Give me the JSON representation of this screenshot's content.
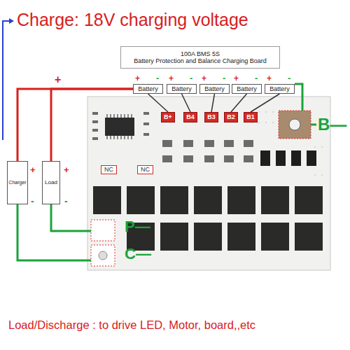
{
  "diagram": {
    "title": "Charge: 18V charging voltage",
    "caption": "Load/Discharge : to drive LED, Motor, board,,etc",
    "nodes": [
      {
        "text": [
          "100A BMS 5S",
          "Battery Protection and Balance Charging Board"
        ]
      },
      {
        "text": [
          "Battery"
        ]
      },
      {
        "text": [
          "Battery"
        ]
      },
      {
        "text": [
          "Battery"
        ]
      },
      {
        "text": [
          "Battery"
        ]
      },
      {
        "text": [
          "Battery"
        ]
      },
      {
        "text": [
          "B+"
        ]
      },
      {
        "text": [
          "B4"
        ]
      },
      {
        "text": [
          "B3"
        ]
      },
      {
        "text": [
          "B2"
        ]
      },
      {
        "text": [
          "B1"
        ]
      },
      {
        "text": [
          "Charger"
        ]
      },
      {
        "text": [
          "Load"
        ]
      }
    ],
    "edges": [
      {
        "from": 1,
        "to": 6,
        "arrow": "none"
      },
      {
        "from": 2,
        "to": 7,
        "arrow": "none"
      },
      {
        "from": 3,
        "to": 8,
        "arrow": "none"
      },
      {
        "from": 4,
        "to": 9,
        "arrow": "none"
      },
      {
        "from": 5,
        "to": 10,
        "arrow": "none"
      },
      {
        "from": 11,
        "to": 1,
        "arrow": "none"
      },
      {
        "from": 12,
        "to": 1,
        "arrow": "none"
      }
    ],
    "labels": [
      "+",
      "+",
      "-",
      "+",
      "-",
      "+",
      "-",
      "+",
      "-",
      "+",
      "-",
      "+",
      "-",
      "+",
      "-",
      "NC",
      "NC",
      "B—",
      "P—",
      "C—"
    ]
  }
}
